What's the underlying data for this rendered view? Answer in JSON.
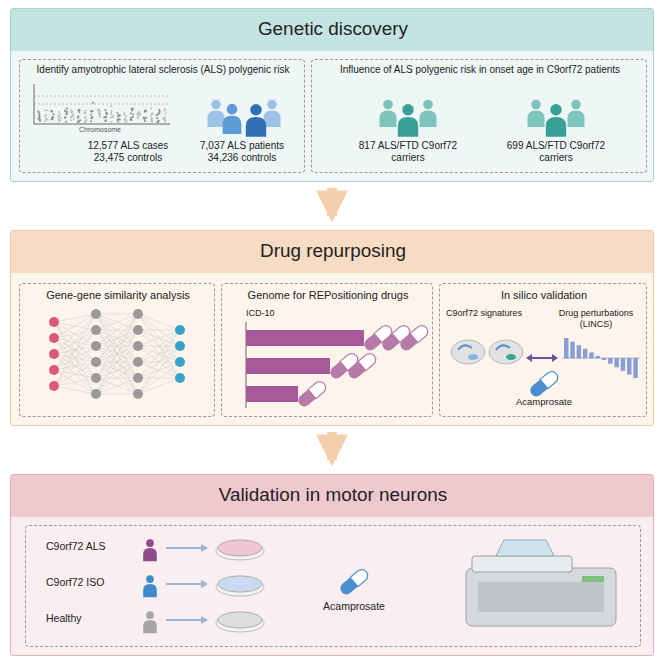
{
  "diagram": {
    "nodes": [
      {
        "text": [
          "Genetic discovery"
        ]
      },
      {
        "text": [
          "Identify amyotrophic lateral sclerosis (ALS) polygenic risk",
          "12,577 ALS cases 23,475 controls",
          "7,037 ALS patients 34,236 controls"
        ],
        "in": 0
      },
      {
        "text": [
          "Influence of ALS polygenic risk in onset age in C9orf72 patients",
          "817 ALS/FTD C9orf72 carriers",
          "699 ALS/FTD C9orf72 carriers"
        ],
        "in": 0
      },
      {
        "text": [
          "Drug repurposing"
        ]
      },
      {
        "text": [
          "Gene-gene similarity analysis"
        ],
        "in": 3
      },
      {
        "text": [
          "Genome for REPositioning drugs",
          "ICD-10"
        ],
        "in": 3
      },
      {
        "text": [
          "In silico validation",
          "C9orf72 signatures",
          "Drug perturbations (LINCS)",
          "Acamprosate"
        ],
        "in": 3
      },
      {
        "text": [
          "Validation in motor neurons"
        ]
      },
      {
        "text": [
          "C9orf72 ALS",
          "C9orf72 ISO",
          "Healthy",
          "Acamprosate"
        ],
        "in": 7
      }
    ],
    "edges": [
      {
        "from": 0,
        "to": 3,
        "arrow": "to"
      },
      {
        "from": 3,
        "to": 7,
        "arrow": "to"
      }
    ],
    "labels": [
      "Chromosome"
    ]
  }
}
